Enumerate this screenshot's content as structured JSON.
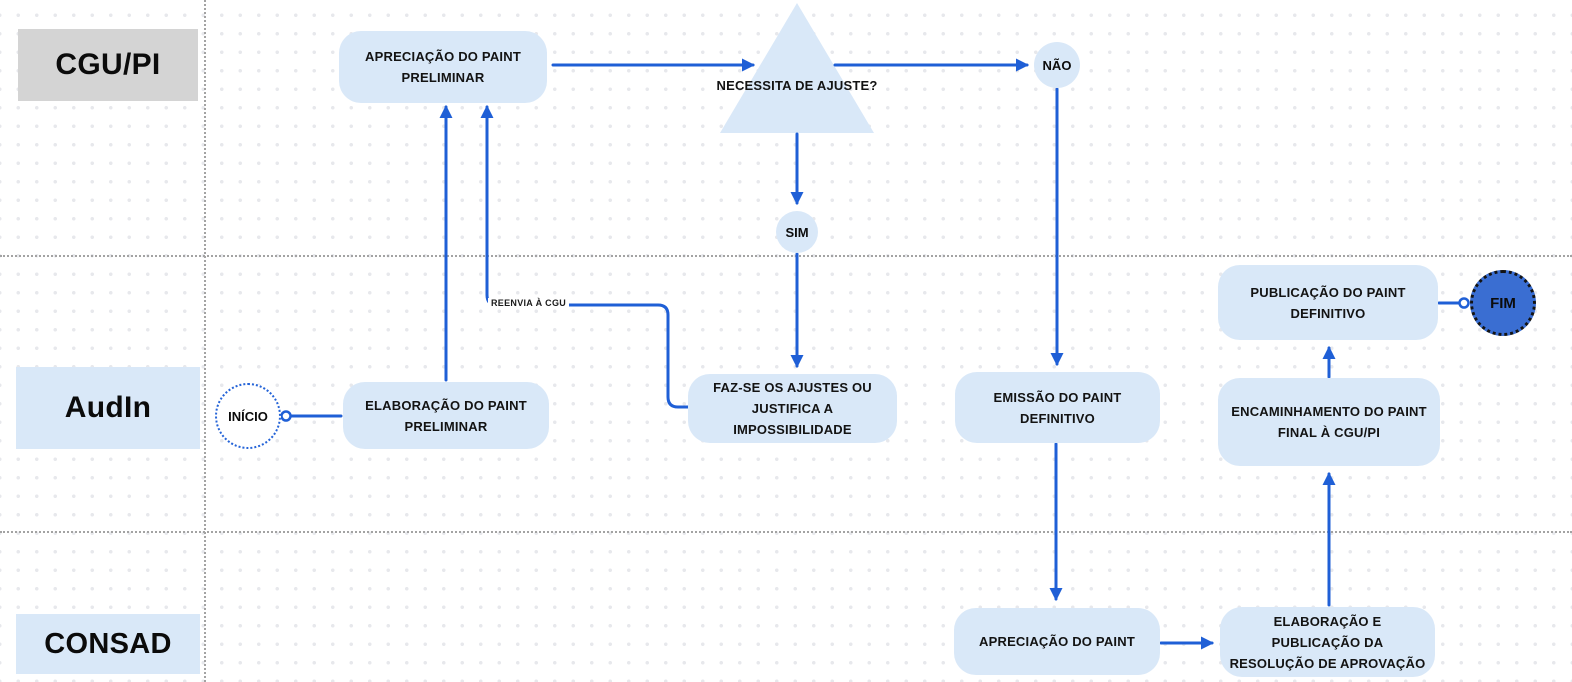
{
  "diagram_type": "swimlane-flowchart",
  "lanes": [
    {
      "id": "cgu-pi",
      "label": "CGU/PI"
    },
    {
      "id": "audin",
      "label": "AudIn"
    },
    {
      "id": "consad",
      "label": "CONSAD"
    }
  ],
  "nodes": {
    "inicio": {
      "label": "INÍCIO",
      "type": "start",
      "lane": "AudIn"
    },
    "apreciacao_preliminar": {
      "label": "APRECIAÇÃO DO PAINT PRELIMINAR",
      "type": "process",
      "lane": "CGU/PI"
    },
    "necessita_ajuste": {
      "label": "NECESSITA DE AJUSTE?",
      "type": "decision",
      "lane": "CGU/PI"
    },
    "nao": {
      "label": "NÃO",
      "type": "branch",
      "lane": "CGU/PI"
    },
    "sim": {
      "label": "SIM",
      "type": "branch",
      "lane": "CGU/PI"
    },
    "elaboracao_preliminar": {
      "label": "ELABORAÇÃO DO PAINT PRELIMINAR",
      "type": "process",
      "lane": "AudIn"
    },
    "faz_se_ajustes": {
      "label": "FAZ-SE OS AJUSTES OU JUSTIFICA A IMPOSSIBILIDADE",
      "type": "process",
      "lane": "AudIn"
    },
    "emissao_definitivo": {
      "label": "EMISSÃO DO PAINT DEFINITIVO",
      "type": "process",
      "lane": "AudIn"
    },
    "publicacao_definitivo": {
      "label": "PUBLICAÇÃO DO PAINT DEFINITIVO",
      "type": "process",
      "lane": "AudIn"
    },
    "encaminhamento_final": {
      "label": "ENCAMINHAMENTO DO PAINT FINAL À CGU/PI",
      "type": "process",
      "lane": "AudIn"
    },
    "fim": {
      "label": "FIM",
      "type": "end",
      "lane": "AudIn"
    },
    "apreciacao_paint": {
      "label": "APRECIAÇÃO DO PAINT",
      "type": "process",
      "lane": "CONSAD"
    },
    "elaboracao_resolucao": {
      "label": "ELABORAÇÃO E PUBLICAÇÃO DA RESOLUÇÃO DE APROVAÇÃO",
      "type": "process",
      "lane": "CONSAD"
    }
  },
  "edge_labels": {
    "reenvia": "REENVIA À CGU"
  },
  "edges": [
    {
      "from": "inicio",
      "to": "elaboracao_preliminar"
    },
    {
      "from": "elaboracao_preliminar",
      "to": "apreciacao_preliminar"
    },
    {
      "from": "apreciacao_preliminar",
      "to": "necessita_ajuste"
    },
    {
      "from": "necessita_ajuste",
      "to": "nao"
    },
    {
      "from": "necessita_ajuste",
      "to": "sim"
    },
    {
      "from": "nao",
      "to": "emissao_definitivo"
    },
    {
      "from": "sim",
      "to": "faz_se_ajustes"
    },
    {
      "from": "faz_se_ajustes",
      "to": "apreciacao_preliminar",
      "label": "REENVIA À CGU"
    },
    {
      "from": "emissao_definitivo",
      "to": "apreciacao_paint"
    },
    {
      "from": "apreciacao_paint",
      "to": "elaboracao_resolucao"
    },
    {
      "from": "elaboracao_resolucao",
      "to": "encaminhamento_final"
    },
    {
      "from": "encaminhamento_final",
      "to": "publicacao_definitivo"
    },
    {
      "from": "publicacao_definitivo",
      "to": "fim"
    }
  ],
  "colors": {
    "node_fill": "#d9e8f8",
    "connector_blue": "#1f5fd6",
    "lane_label_gray": "#d4d4d4",
    "lane_label_blue": "#d9e8f8",
    "end_node_fill": "#3a6ed2",
    "text": "#131313",
    "grid_dot": "#e7e8ec"
  }
}
